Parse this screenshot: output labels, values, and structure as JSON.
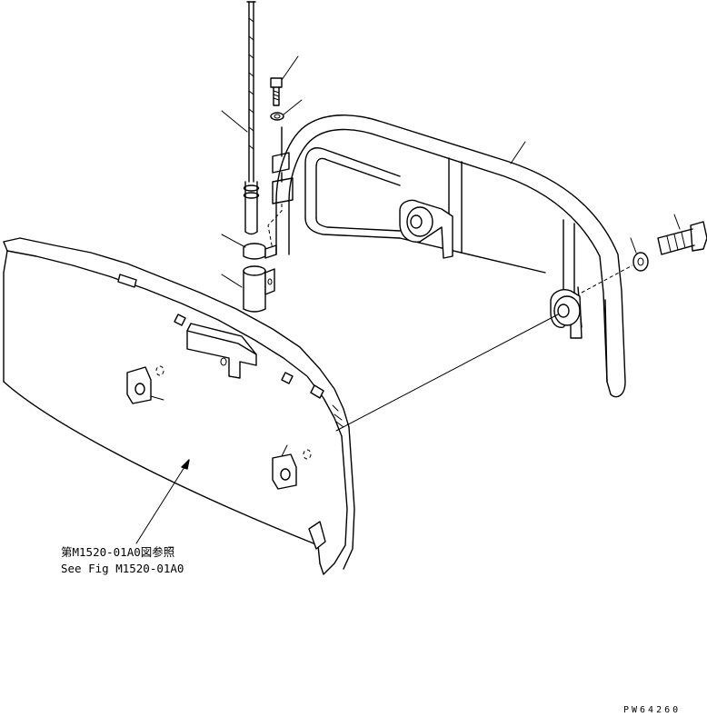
{
  "callout": {
    "line1": "第M1520-01A0図参照",
    "line2": "See Fig M1520-01A0"
  },
  "figure_code": "PW64260"
}
